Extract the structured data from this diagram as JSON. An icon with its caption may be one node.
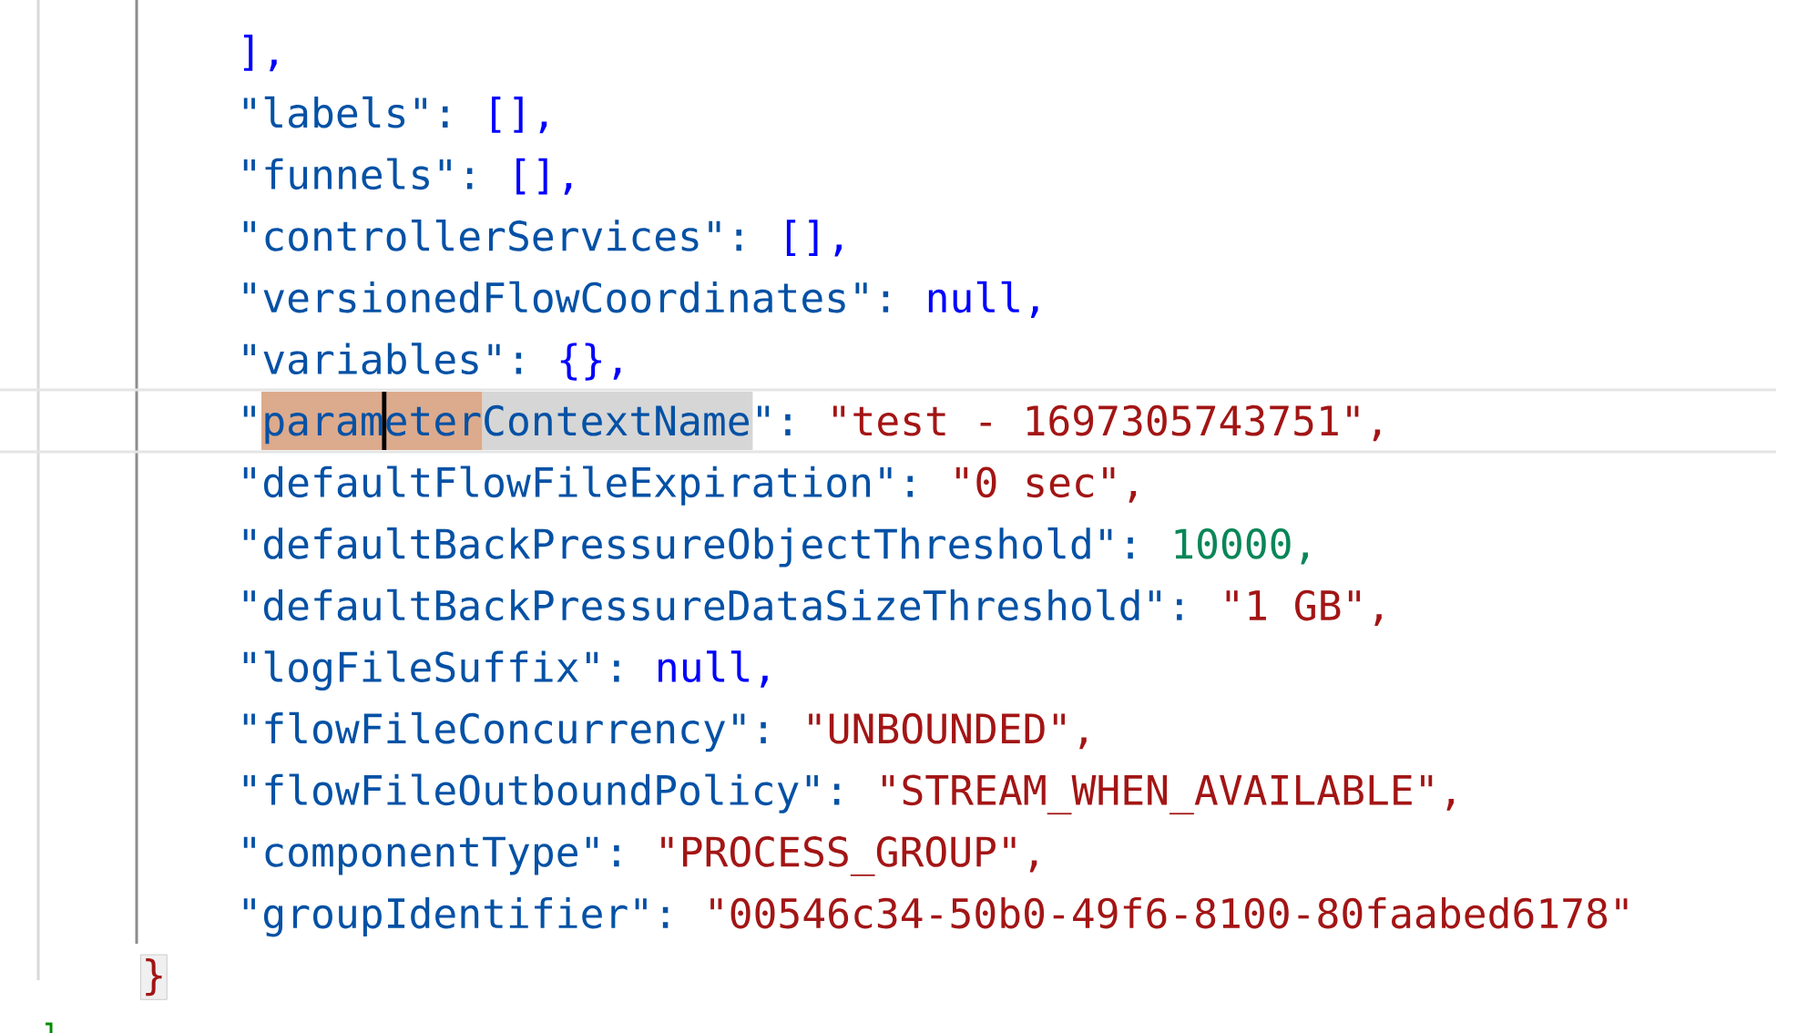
{
  "diagram": {
    "labels": [
      "],",
      "\"labels\":",
      "[],",
      "\"funnels\":",
      "[],",
      "\"controllerServices\":",
      "[],",
      "\"versionedFlowCoordinates\":",
      "null,",
      "\"variables\":",
      "{},",
      "\"parameterContextName\":",
      "\"test - 1697305743751\",",
      "\"defaultFlowFileExpiration\":",
      "\"0 sec\",",
      "\"defaultBackPressureObjectThreshold\":",
      "10000,",
      "\"defaultBackPressureDataSizeThreshold\":",
      "\"1 GB\",",
      "\"logFileSuffix\":",
      "null,",
      "\"flowFileConcurrency\":",
      "\"UNBOUNDED\",",
      "\"flowFileOutboundPolicy\":",
      "\"STREAM_WHEN_AVAILABLE\",",
      "\"componentType\":",
      "\"PROCESS_GROUP\",",
      "\"groupIdentifier\":",
      "\"00546c34-50b0-49f6-8100-80faabed6178\"",
      "}"
    ]
  }
}
